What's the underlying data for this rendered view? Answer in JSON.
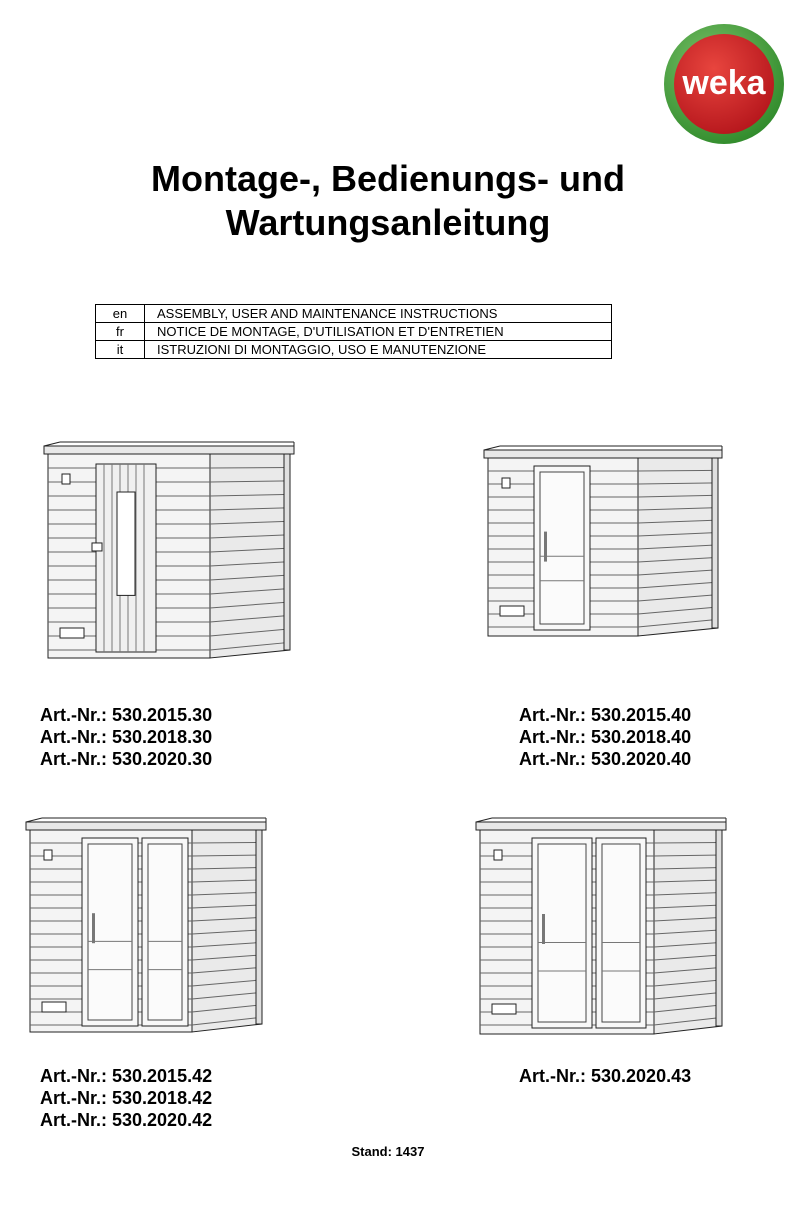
{
  "logo": {
    "text": "weka",
    "colors": {
      "ring": "#2f8a2a",
      "disc": "#c41e24",
      "text": "#ffffff"
    }
  },
  "title": {
    "line1": "Montage-, Bedienungs- und",
    "line2": "Wartungsanleitung"
  },
  "languages": [
    {
      "code": "en",
      "text": "ASSEMBLY, USER AND MAINTENANCE INSTRUCTIONS"
    },
    {
      "code": "fr",
      "text": "NOTICE DE MONTAGE, D'UTILISATION ET D'ENTRETIEN"
    },
    {
      "code": "it",
      "text": "ISTRUZIONI DI MONTAGGIO, USO E MANUTENZIONE"
    }
  ],
  "products": [
    {
      "variant": "wooden-door",
      "articles": [
        "Art.-Nr.: 530.2015.30",
        "Art.-Nr.: 530.2018.30",
        "Art.-Nr.: 530.2020.30"
      ]
    },
    {
      "variant": "glass-door",
      "articles": [
        "Art.-Nr.: 530.2015.40",
        "Art.-Nr.: 530.2018.40",
        "Art.-Nr.: 530.2020.40"
      ]
    },
    {
      "variant": "glass-door-with-glass-panel",
      "articles": [
        "Art.-Nr.: 530.2015.42",
        "Art.-Nr.: 530.2018.42",
        "Art.-Nr.: 530.2020.42"
      ]
    },
    {
      "variant": "glass-door-with-panel-and-side-window",
      "articles": [
        "Art.-Nr.: 530.2020.43"
      ]
    }
  ],
  "footer": {
    "stand": "Stand: 1437"
  }
}
